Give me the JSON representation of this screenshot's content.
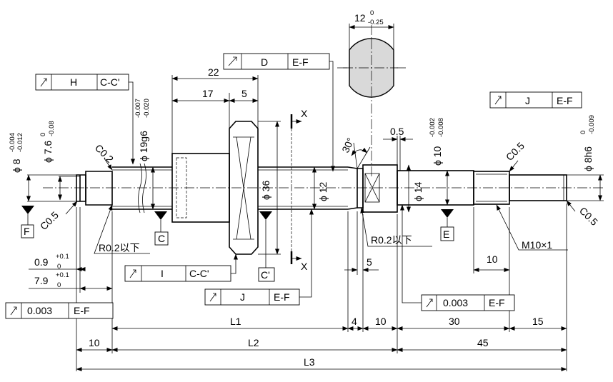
{
  "width_12": "12",
  "width_12_upper": "0",
  "width_12_lower": "-0.25",
  "tol_frames": {
    "H": {
      "datum": "H",
      "ref": "C-C'"
    },
    "D": {
      "datum": "D",
      "ref": "E-F"
    },
    "J_right": {
      "datum": "J",
      "ref": "E-F"
    },
    "I": {
      "datum": "I",
      "ref": "C-C'"
    },
    "J_lower": {
      "datum": "J",
      "ref": "E-F"
    },
    "left_0003": {
      "value": "0.003",
      "ref": "E-F"
    },
    "right_0003": {
      "value": "0.003",
      "ref": "E-F"
    }
  },
  "dims": {
    "d22": "22",
    "d17": "17",
    "d5_top": "5",
    "d05": "0.5",
    "angle30": "30°",
    "phi36": "ϕ 36",
    "phi12": "ϕ 12",
    "phi14": "ϕ 14",
    "phi8_left": "ϕ 8",
    "phi8_left_up": "-0.004",
    "phi8_left_lo": "-0.012",
    "phi76": "ϕ 7.6",
    "phi76_up": "0",
    "phi76_lo": "-0.08",
    "phi19": "ϕ 19g6",
    "phi19_up": "-0.007",
    "phi19_lo": "-0.020",
    "phi10": "ϕ 10",
    "phi10_up": "-0.002",
    "phi10_lo": "-0.008",
    "phi8_right": "ϕ 8h6",
    "phi8_right_up": "0",
    "phi8_right_lo": "-0.009",
    "c02": "C0.2",
    "c05_a": "C0.5",
    "c05_b": "C0.5",
    "c05_c": "C0.5",
    "r02_left": "R0.2以下",
    "r02_right": "R0.2以下",
    "d09": "0.9",
    "d09_up": "+0.1",
    "d09_lo": "0",
    "d79": "7.9",
    "d79_up": "+0.1",
    "d79_lo": "0",
    "d5_low": "5",
    "d10_thread": "10",
    "m10": "M10×1",
    "L1": "L1",
    "d4": "4",
    "d10_mid": "10",
    "d30": "30",
    "d15": "15",
    "d10_left": "10",
    "L2": "L2",
    "d45": "45",
    "L3": "L3"
  },
  "datums": {
    "F": "F",
    "C": "C",
    "Cp": "C'",
    "E": "E",
    "X1": "X",
    "X2": "X"
  }
}
